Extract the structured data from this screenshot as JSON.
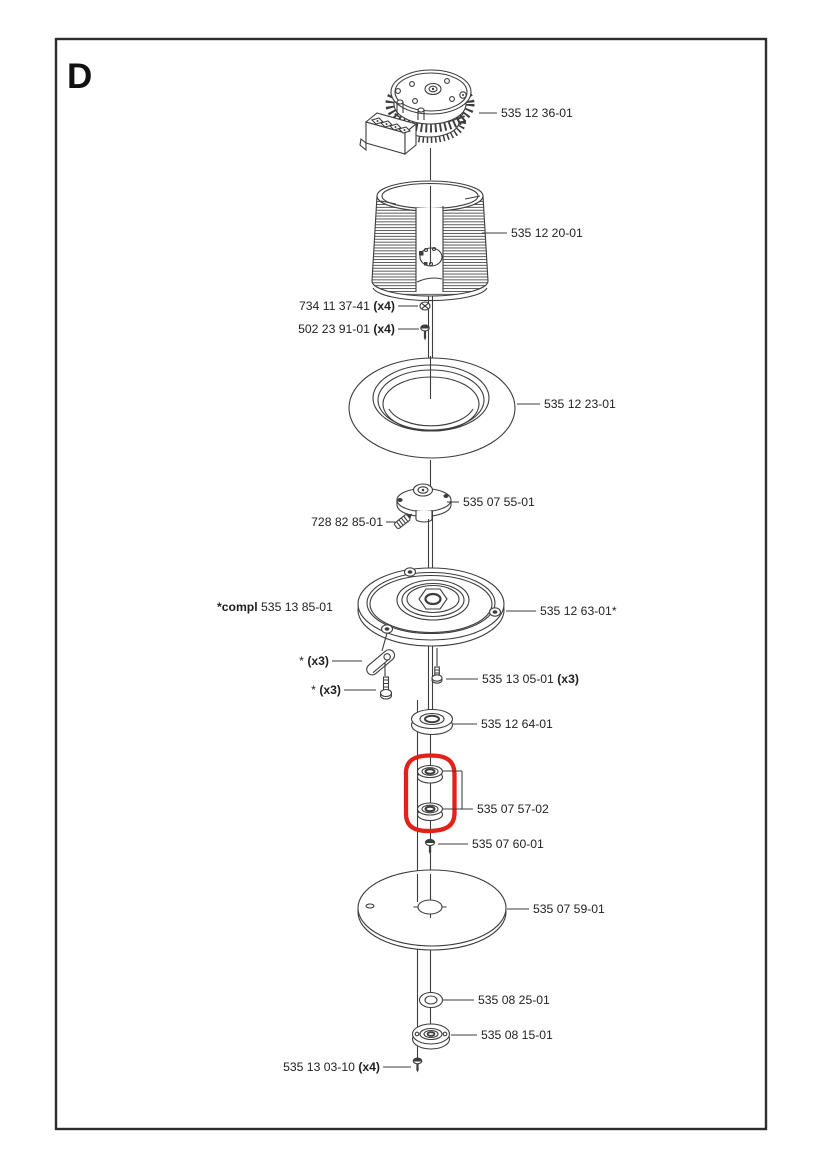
{
  "page": {
    "section_letter": "D"
  },
  "colors": {
    "highlight": "#e32119",
    "line": "#3d3d3d",
    "text": "#1f1f1f"
  },
  "parts": [
    {
      "name": "motor",
      "number": "535 12 36-01"
    },
    {
      "name": "cylinder",
      "number": "535 12 20-01"
    },
    {
      "name": "washer-upper",
      "number": "734 11 37-41 ",
      "qty": "(x4)"
    },
    {
      "name": "screw-upper",
      "number": "502 23 91-01 ",
      "qty": "(x4)"
    },
    {
      "name": "sealing-ring",
      "number": "535 12 23-01"
    },
    {
      "name": "hub",
      "number": "535 07 55-01"
    },
    {
      "name": "set-screw",
      "number": "728 82 85-01"
    },
    {
      "name": "blade-disc-assembly",
      "prefix": "*compl ",
      "number": "535 13 85-01"
    },
    {
      "name": "blade-disc",
      "number": "535 12 63-01*"
    },
    {
      "name": "blade",
      "number": "* ",
      "qty": "(x3)"
    },
    {
      "name": "blade-screw",
      "number": "* ",
      "qty": "(x3)"
    },
    {
      "name": "disc-screw",
      "number": "535 13 05-01 ",
      "qty": "(x3)"
    },
    {
      "name": "upper-bearing",
      "number": "535 12 64-01"
    },
    {
      "name": "bearing-pair",
      "number": "535 07 57-02"
    },
    {
      "name": "shaft-screw",
      "number": "535 07 60-01"
    },
    {
      "name": "support-disc",
      "number": "535 07 59-01"
    },
    {
      "name": "washer-lower",
      "number": "535 08 25-01"
    },
    {
      "name": "lower-hub",
      "number": "535 08 15-01"
    },
    {
      "name": "bottom-screw",
      "number": "535 13 03-10 ",
      "qty": "(x4)"
    }
  ]
}
